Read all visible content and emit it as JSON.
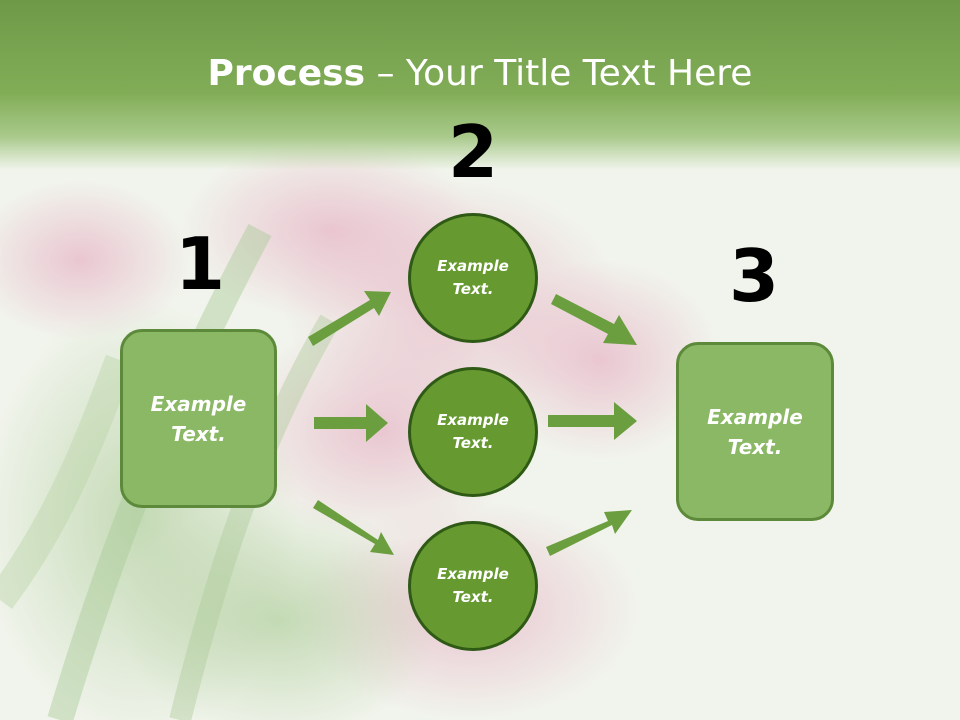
{
  "title": {
    "bold": "Process",
    "rest": " – Your Title Text Here"
  },
  "steps": [
    {
      "number": "1",
      "text": "Example\nText."
    },
    {
      "number": "2",
      "items": [
        "Example\nText.",
        "Example\nText.",
        "Example\nText."
      ]
    },
    {
      "number": "3",
      "text": "Example\nText."
    }
  ],
  "colors": {
    "header": "#82ad57",
    "box_fill": "#8bb865",
    "box_border": "#5c8a3a",
    "circle_fill": "#66992f",
    "circle_border": "#2f5a16",
    "arrow": "#6a9e3e"
  }
}
